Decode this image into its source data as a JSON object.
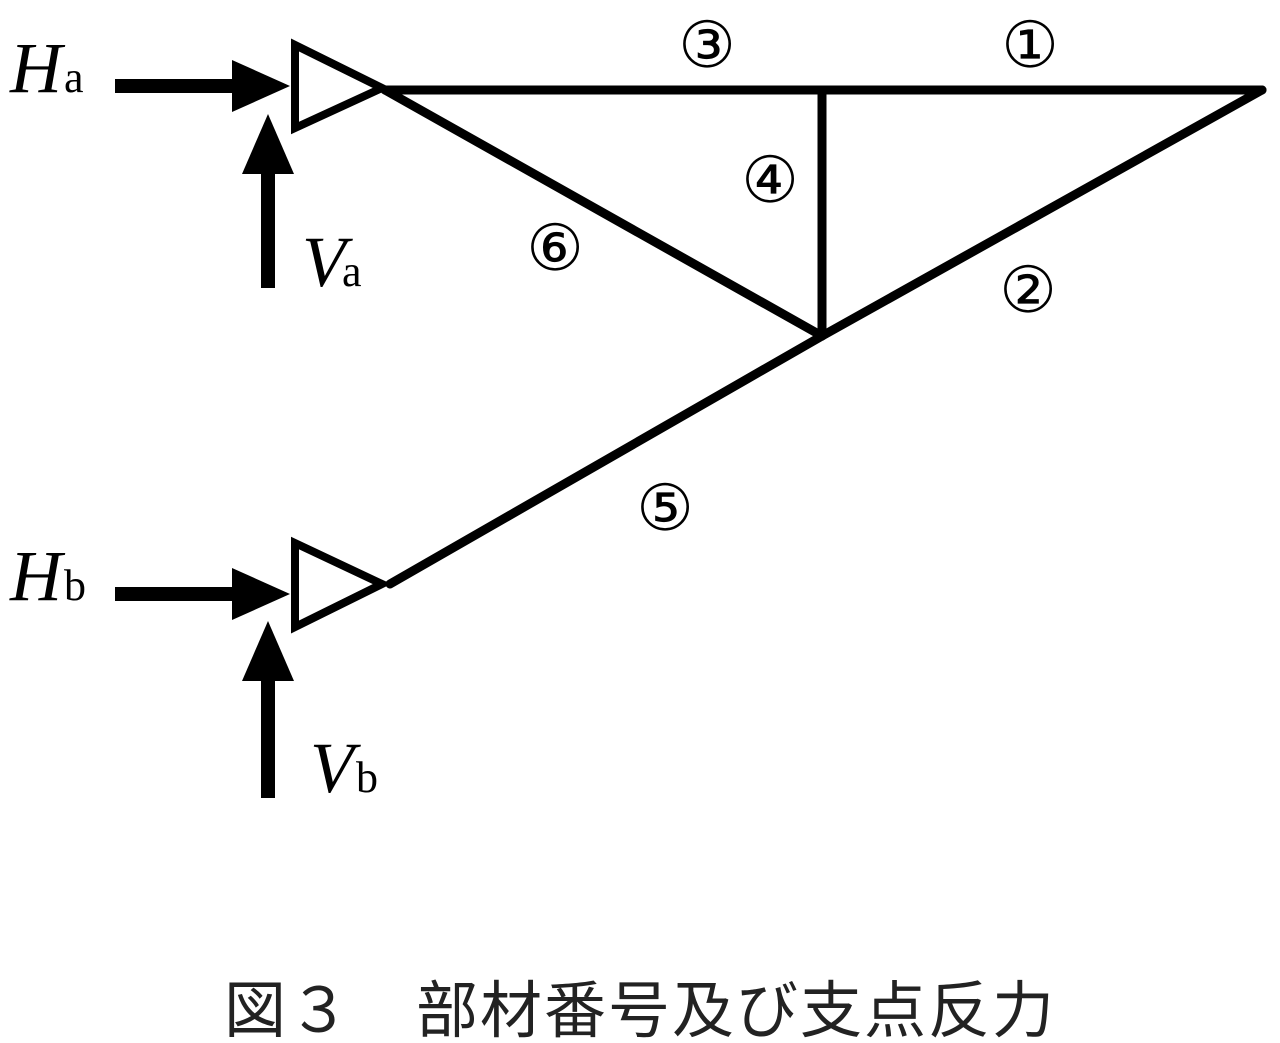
{
  "diagram": {
    "members": [
      {
        "id": "member-1",
        "label": "①"
      },
      {
        "id": "member-2",
        "label": "②"
      },
      {
        "id": "member-3",
        "label": "③"
      },
      {
        "id": "member-4",
        "label": "④"
      },
      {
        "id": "member-5",
        "label": "⑤"
      },
      {
        "id": "member-6",
        "label": "⑥"
      }
    ],
    "forces": {
      "ha": {
        "main": "H",
        "sub": "a"
      },
      "va": {
        "main": "V",
        "sub": "a"
      },
      "hb": {
        "main": "H",
        "sub": "b"
      },
      "vb": {
        "main": "V",
        "sub": "b"
      }
    }
  },
  "caption": {
    "text": "図３　部材番号及び支点反力"
  }
}
